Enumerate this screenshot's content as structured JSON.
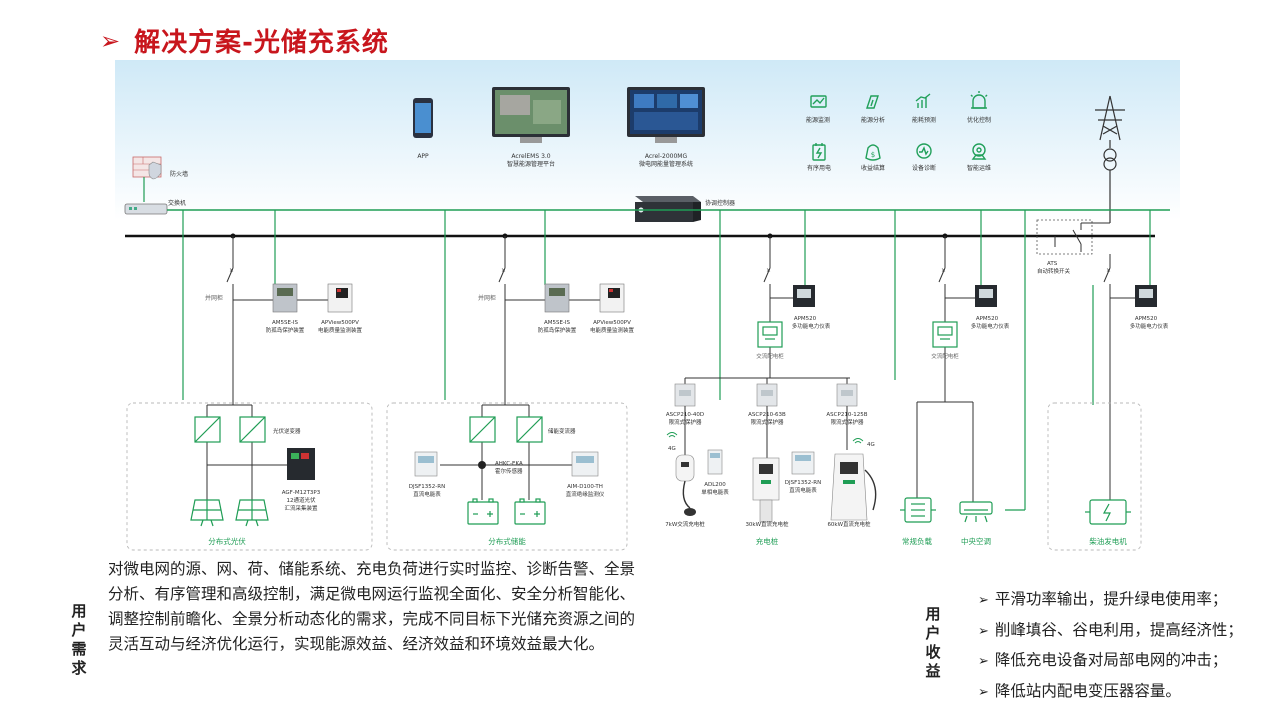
{
  "title": {
    "arrow": "➢",
    "text": "解决方案-光储充系统"
  },
  "colors": {
    "accent_red": "#c8161d",
    "line_green": "#1f9d55",
    "icon_green": "#21a05a",
    "bus_black": "#111111",
    "sky_top": "#cfe9f7"
  },
  "top": {
    "app": "APP",
    "ems_name": "AcrelEMS 3.0",
    "ems_desc": "智慧能源管理平台",
    "mg_name": "Acrel-2000MG",
    "mg_desc": "微电网能量管理系统",
    "features": [
      "能源监测",
      "能源分析",
      "能耗预测",
      "优化控制",
      "有序用电",
      "收益结算",
      "设备诊断",
      "智能运维"
    ]
  },
  "network": {
    "firewall": "防火墙",
    "switch": "交换机",
    "controller": "协调控制器",
    "ats_name": "ATS",
    "ats_desc": "自动转换开关"
  },
  "pv_branch": {
    "breaker": "并网柜",
    "dev1_name": "AM5SE-IS",
    "dev1_desc": "防孤岛保护装置",
    "dev2_name": "APView500PV",
    "dev2_desc": "电能质量监测装置",
    "inverter": "光伏逆变器",
    "collector_name": "AGF-M12T3P3",
    "collector_desc1": "12通道光伏",
    "collector_desc2": "汇流采集装置",
    "group": "分布式光伏"
  },
  "storage_branch": {
    "breaker": "并网柜",
    "dev1_name": "AM5SE-IS",
    "dev1_desc": "防孤岛保护装置",
    "dev2_name": "APView500PV",
    "dev2_desc": "电能质量监测装置",
    "pcs": "储能变流器",
    "meter_name": "DJSF1352-RN",
    "meter_desc": "直流电能表",
    "sensor_name": "AHKC-EKA",
    "sensor_desc": "霍尔传感器",
    "batt_name": "AIM-D100-TH",
    "batt_desc": "直流绝缘监测仪",
    "group": "分布式储能"
  },
  "charging_branch": {
    "apm_name": "APM520",
    "apm_desc": "多功能电力仪表",
    "cabinet": "交流配电柜",
    "p1_name": "ASCP210-40D",
    "p1_desc": "限流式保护器",
    "p2_name": "ASCP210-63B",
    "p2_desc": "限流式保护器",
    "p3_name": "ASCP210-125B",
    "p3_desc": "限流式保护器",
    "g4_a": "4G",
    "g4_b": "4G",
    "adl_name": "ADL200",
    "adl_desc": "单相电能表",
    "djsf_name": "DJSF1352-RN",
    "djsf_desc": "直流电能表",
    "pile1": "7kW交流充电桩",
    "pile2": "30kW直流充电桩",
    "pile3": "60kW直流充电桩",
    "group": "充电桩"
  },
  "load_branch": {
    "apm_name": "APM520",
    "apm_desc": "多功能电力仪表",
    "cabinet": "交流配电柜",
    "load1": "常规负载",
    "load2": "中央空调"
  },
  "gen_branch": {
    "apm_name": "APM520",
    "apm_desc": "多功能电力仪表",
    "generator": "柴油发电机"
  },
  "user_need_label": [
    "用",
    "户",
    "需",
    "求"
  ],
  "user_need_text": "对微电网的源、网、荷、储能系统、充电负荷进行实时监控、诊断告警、全景分析、有序管理和高级控制，满足微电网运行监视全面化、安全分析智能化、调整控制前瞻化、全景分析动态化的需求，完成不同目标下光储充资源之间的灵活互动与经济优化运行，实现能源效益、经济效益和环境效益最大化。",
  "user_benefit_label": [
    "用",
    "户",
    "收",
    "益"
  ],
  "benefit_bullet": "➢",
  "benefits": [
    "平滑功率输出，提升绿电使用率；",
    "削峰填谷、谷电利用，提高经济性；",
    "降低充电设备对局部电网的冲击；",
    "降低站内配电变压器容量。"
  ]
}
